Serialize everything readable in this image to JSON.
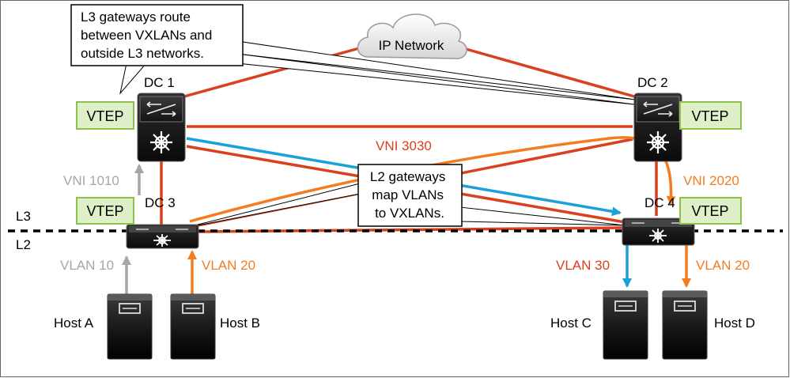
{
  "callouts": {
    "l3": [
      "L3 gateways route",
      "between VXLANs and",
      "outside L3 networks."
    ],
    "l2": [
      "L2 gateways",
      "map VLANs",
      "to VXLANs."
    ]
  },
  "cloud_label": "IP Network",
  "devices": {
    "dc1": "DC 1",
    "dc2": "DC 2",
    "dc3": "DC 3",
    "dc4": "DC 4"
  },
  "vtep_label": "VTEP",
  "vni": {
    "vni1010": "VNI 1010",
    "vni2020": "VNI 2020",
    "vni3030": "VNI 3030"
  },
  "layers": {
    "l3": "L3",
    "l2": "L2"
  },
  "vlans": {
    "a": "VLAN 10",
    "b": "VLAN 20",
    "c": "VLAN 30",
    "d": "VLAN 20"
  },
  "hosts": {
    "a": "Host A",
    "b": "Host B",
    "c": "Host C",
    "d": "Host D"
  },
  "colors": {
    "red": "#d9411e",
    "orange": "#f47b20",
    "blue": "#1ba1d8",
    "gray": "#a6a6a6",
    "vtep_fill": "#dff0c8",
    "vtep_stroke": "#8cc14a"
  }
}
